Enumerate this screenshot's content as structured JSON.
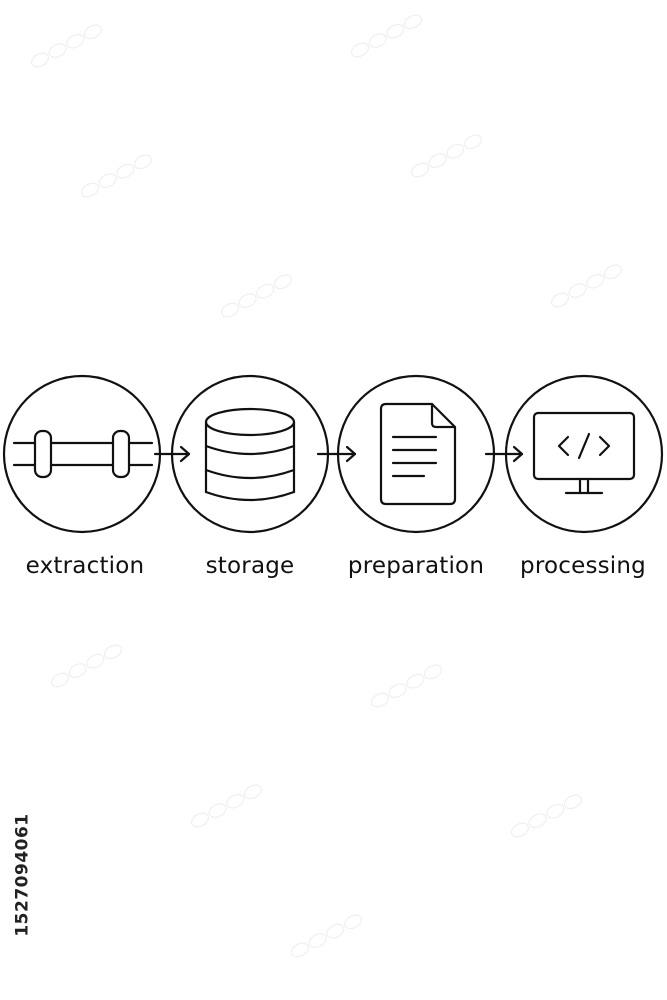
{
  "steps": [
    {
      "label": "extraction",
      "icon": "pipe-icon"
    },
    {
      "label": "storage",
      "icon": "database-icon"
    },
    {
      "label": "preparation",
      "icon": "document-icon"
    },
    {
      "label": "processing",
      "icon": "code-monitor-icon"
    }
  ],
  "stock_id": "1527094061",
  "colors": {
    "stroke": "#111111",
    "background": "#ffffff"
  }
}
